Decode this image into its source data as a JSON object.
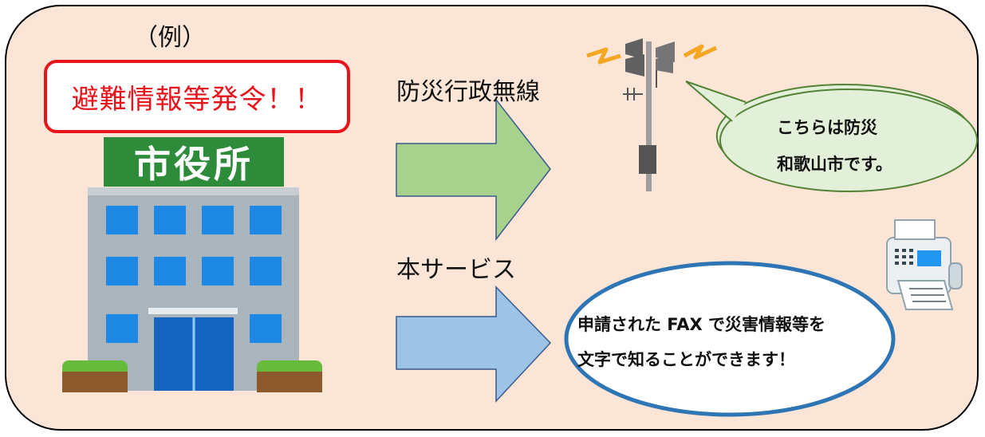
{
  "example_label": "（例）",
  "alert_text": "避難情報等発令！！",
  "city_hall_sign": "市役所",
  "channels": {
    "radio_label": "防災行政無線",
    "service_label": "本サービス"
  },
  "speech_bubble": {
    "line1": "こちらは防災",
    "line2": "和歌山市です。"
  },
  "fax_bubble": {
    "line1": "申請された FAX で災害情報等を",
    "line2": "文字で知ることができます！"
  },
  "colors": {
    "background": "#fbe5d6",
    "alert_red": "#e8141c",
    "green_arrow": "#a9d18e",
    "blue_arrow": "#9dc3e6",
    "speech_bubble_fill": "#e2f0d9",
    "speech_bubble_border": "#548235",
    "fax_bubble_border": "#2e75b6",
    "sign_green": "#2e8b3a"
  },
  "icons": [
    "city-hall-icon",
    "loudspeaker-tower-icon",
    "fax-machine-icon"
  ]
}
